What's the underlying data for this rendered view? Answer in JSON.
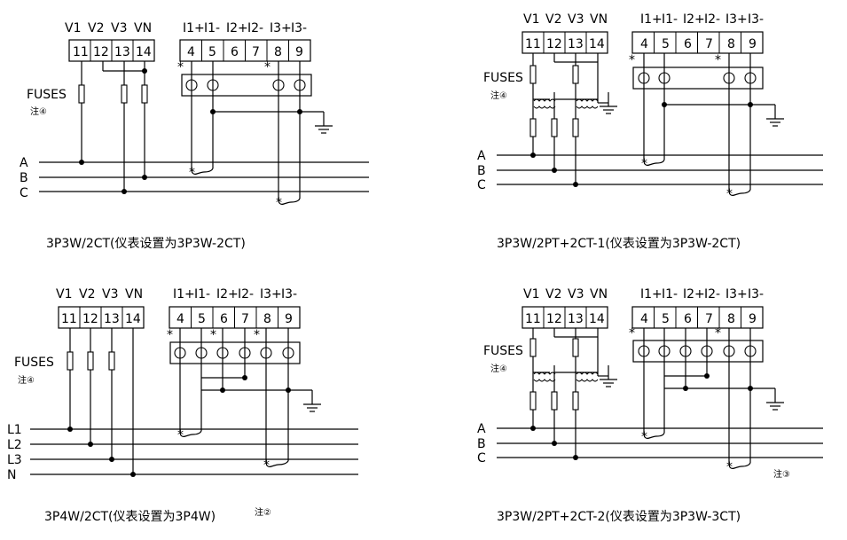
{
  "terminals": {
    "volt_labels": [
      "V1",
      "V2",
      "V3",
      "VN"
    ],
    "volt_numbers": [
      "11",
      "12",
      "13",
      "14"
    ],
    "curr_labels": [
      "I1+",
      "I1-",
      "I2+",
      "I2-",
      "I3+",
      "I3-"
    ],
    "curr_numbers": [
      "4",
      "5",
      "6",
      "7",
      "8",
      "9"
    ]
  },
  "labels": {
    "fuses": "FUSES",
    "note4": "注④",
    "note2": "注②",
    "note3": "注③",
    "star": "*",
    "ct_mark": "*"
  },
  "diagrams": [
    {
      "caption": "3P3W/2CT(仪表设置为3P3W-2CT)",
      "lines": [
        "A",
        "B",
        "C"
      ]
    },
    {
      "caption": "3P3W/2PT+2CT-1(仪表设置为3P3W-2CT)",
      "lines": [
        "A",
        "B",
        "C"
      ]
    },
    {
      "caption": "3P4W/2CT(仪表设置为3P4W)",
      "lines": [
        "L1",
        "L2",
        "L3",
        "N"
      ]
    },
    {
      "caption": "3P3W/2PT+2CT-2(仪表设置为3P3W-3CT)",
      "lines": [
        "A",
        "B",
        "C"
      ]
    }
  ]
}
